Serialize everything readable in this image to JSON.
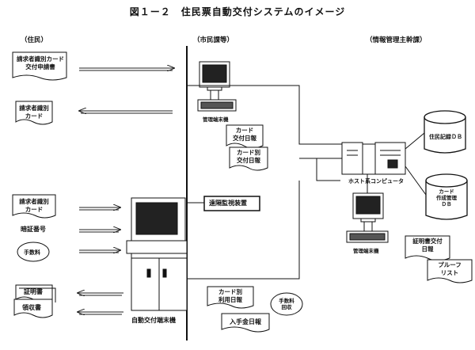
{
  "title": "図１ー２　住民票自動交付システムのイメージ",
  "sections": {
    "resident": "（住民）",
    "city": "（市民課等）",
    "info": "（情報管理主幹課）"
  },
  "resident_docs": {
    "req_card_app": [
      "請求者識別カード",
      "交付申請書"
    ],
    "req_card": [
      "請求者識別",
      "カード"
    ],
    "req_card2": [
      "請求者識別",
      "カード"
    ],
    "pin": "暗証番号",
    "fee": "手数料",
    "cert": "証明書",
    "receipt": "領収書"
  },
  "city_docs": {
    "mgmt_terminal": "管理端末機",
    "card_report": [
      "カード",
      "交付日報"
    ],
    "card_type_report": [
      "カード別",
      "交付日報"
    ],
    "remote_monitor": "遠隔監視装置",
    "auto_terminal": "自動交付端末機",
    "card_usage_report": [
      "カード別",
      "利用日報"
    ],
    "fee_collect": [
      "手数料",
      "回収"
    ],
    "deposit_report": "入手金日報"
  },
  "info_docs": {
    "host": "ホスト系コンピュータ",
    "resident_db": "住民記録ＤＢ",
    "card_db": [
      "カード",
      "作成管理",
      "ＤＢ"
    ],
    "mgmt_terminal": "管理端末機",
    "cert_report": [
      "証明書交付",
      "日報"
    ],
    "proof_list": [
      "プルーフ",
      "リスト"
    ]
  }
}
